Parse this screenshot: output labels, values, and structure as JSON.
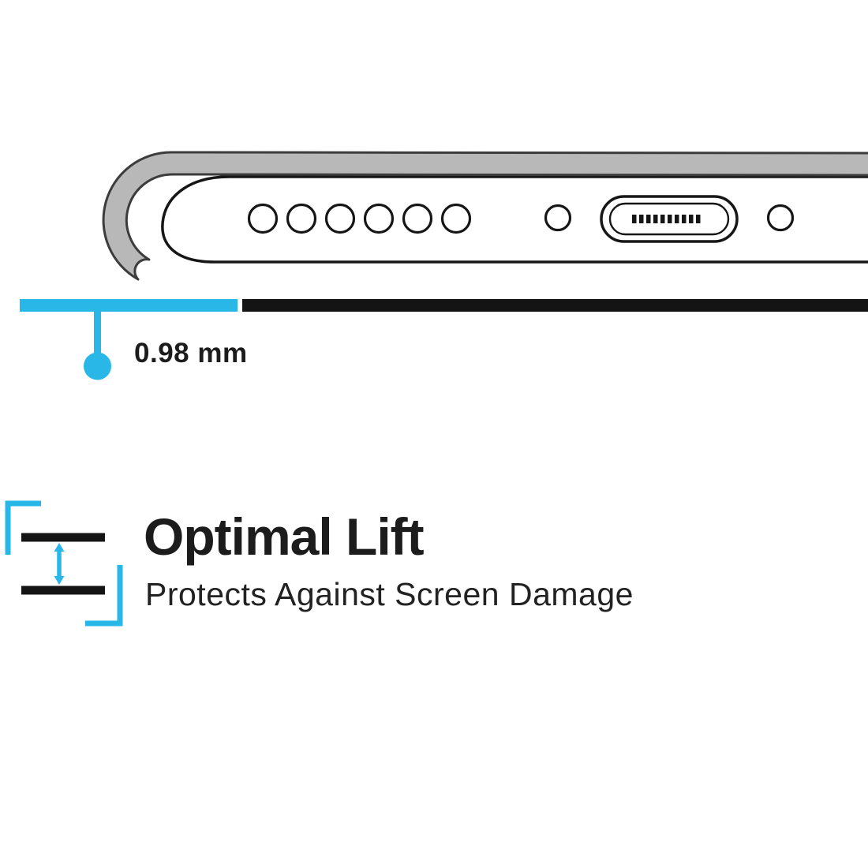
{
  "illustration": {
    "name": "phone-case-bottom-edge-cutaway",
    "measurement": {
      "label": "0.98 mm"
    },
    "colors": {
      "accent": "#29b7e8",
      "dark": "#141414",
      "case_gray": "#b8b8b8",
      "case_outline": "#3c3c3c"
    }
  },
  "feature": {
    "title": "Optimal Lift",
    "subtitle": "Protects Against Screen Damage",
    "icon": "lift-spacing-icon"
  }
}
